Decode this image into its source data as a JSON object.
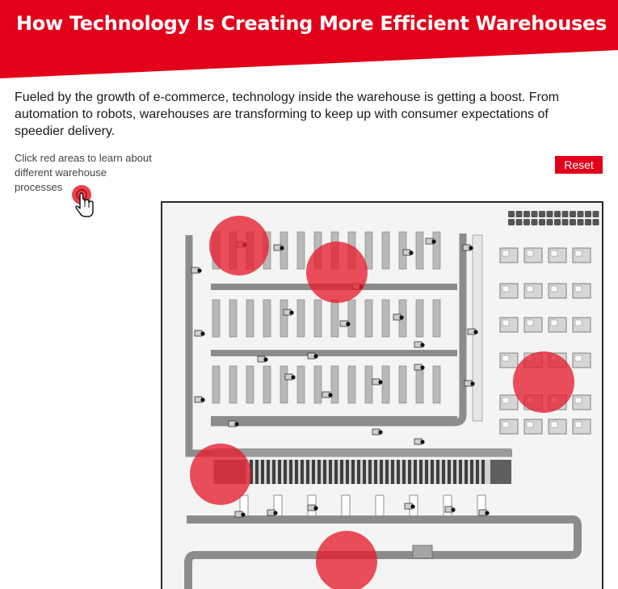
{
  "header": {
    "title": "How Technology Is Creating More Efficient Warehouses"
  },
  "intro": {
    "text": "Fueled by the growth of e-commerce, technology inside the warehouse is getting a boost. From automation to robots, warehouses are transforming to keep up with consumer expectations of speedier delivery."
  },
  "hint": {
    "text": "Click red areas to learn about different warehouse processes",
    "icon": "pointer-hand-icon"
  },
  "controls": {
    "reset_label": "Reset"
  },
  "map": {
    "hotspot_count": 6
  },
  "colors": {
    "accent": "#e2001a",
    "hotspot": "#e61e2d",
    "floor": "#f4f4f4",
    "conveyor": "#8c8c8c"
  }
}
